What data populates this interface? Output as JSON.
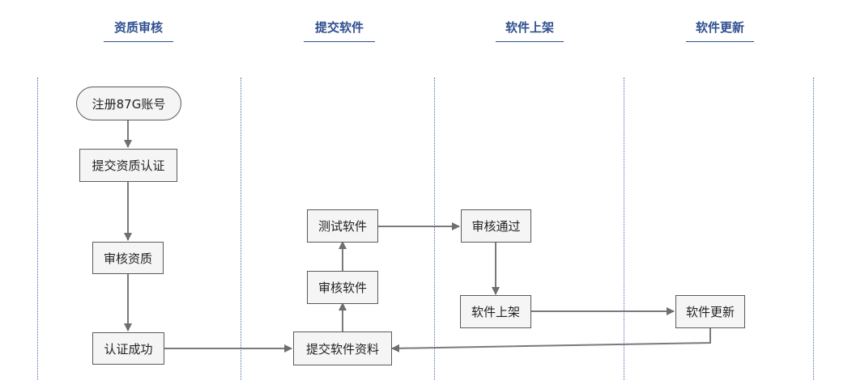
{
  "columns": [
    "资质审核",
    "提交软件",
    "软件上架",
    "软件更新"
  ],
  "nodes": {
    "register": "注册87G账号",
    "submit_qualification": "提交资质认证",
    "review_qualification": "审核资质",
    "certified": "认证成功",
    "submit_software": "提交软件资料",
    "review_software": "审核软件",
    "test_software": "测试软件",
    "review_passed": "审核通过",
    "software_listed": "软件上架",
    "software_update": "软件更新"
  },
  "colors": {
    "header": "#2f4f8f",
    "lane": "#4a6ab0",
    "arrow": "#7a7a7a",
    "node_fill": "#f5f5f5"
  }
}
